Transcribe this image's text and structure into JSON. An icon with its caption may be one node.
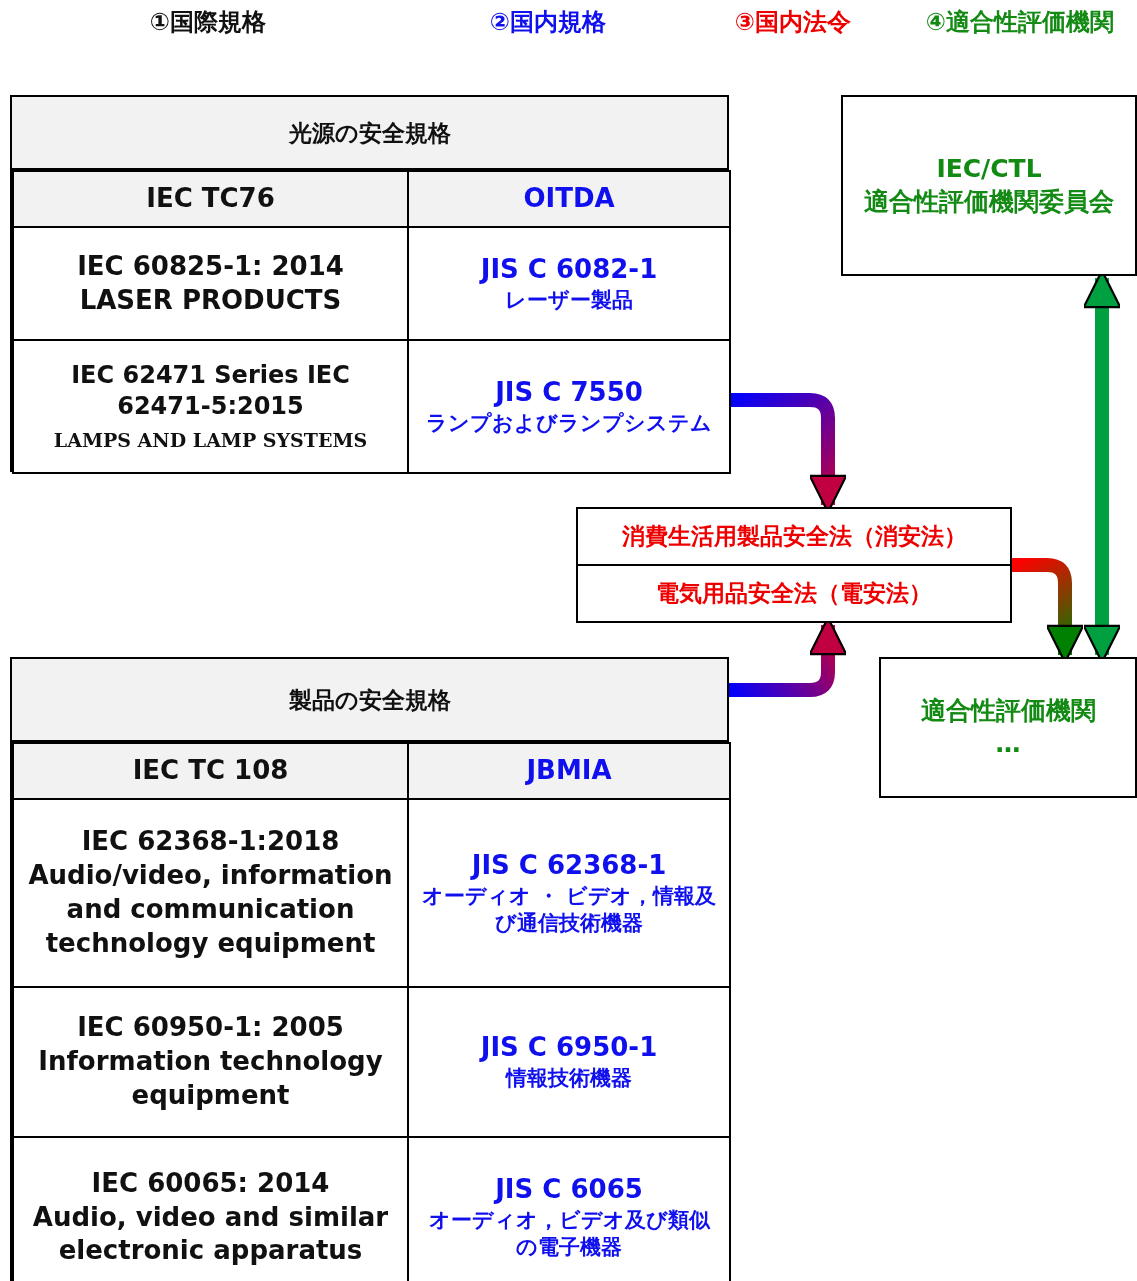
{
  "diagram": {
    "nodes": [
      {
        "text": [
          "光源の安全規格"
        ]
      },
      {
        "text": [
          "IEC TC76"
        ],
        "in": 0
      },
      {
        "text": [
          "OITDA"
        ],
        "in": 0
      },
      {
        "text": [
          "IEC 60825-1: 2014",
          "LASER PRODUCTS"
        ],
        "in": 0
      },
      {
        "text": [
          "JIS C 6082-1",
          "レーザー製品"
        ],
        "in": 0
      },
      {
        "text": [
          "IEC 62471 Series IEC 62471-5:2015",
          "LAMPS AND LAMP SYSTEMS"
        ],
        "in": 0
      },
      {
        "text": [
          "JIS C 7550",
          "ランプおよびランプシステム"
        ],
        "in": 0
      },
      {
        "text": [
          "IEC/CTL",
          "適合性評価機関委員会"
        ]
      },
      {
        "text": [
          "消費生活用製品安全法（消安法）",
          "電気用品安全法（電安法）"
        ]
      },
      {
        "text": [
          "適合性評価機関",
          "…"
        ]
      },
      {
        "text": [
          "製品の安全規格"
        ]
      },
      {
        "text": [
          "IEC TC 108"
        ],
        "in": 10
      },
      {
        "text": [
          "JBMIA"
        ],
        "in": 10
      },
      {
        "text": [
          "IEC 62368-1:2018",
          "Audio/video, information and communication technology equipment"
        ],
        "in": 10
      },
      {
        "text": [
          "JIS C 62368-1",
          "オーディオ ・ ビデオ，情報及び通信技術機器"
        ],
        "in": 10
      },
      {
        "text": [
          "IEC 60950-1: 2005",
          "Information technology equipment"
        ],
        "in": 10
      },
      {
        "text": [
          "JIS C 6950-1",
          "情報技術機器"
        ],
        "in": 10
      },
      {
        "text": [
          "IEC 60065: 2014",
          "Audio, video and similar electronic apparatus"
        ],
        "in": 10
      },
      {
        "text": [
          "JIS C 6065",
          "オーディオ，ビデオ及び類似の電子機器"
        ],
        "in": 10
      }
    ],
    "edges": [
      {
        "from": 0,
        "to": 8,
        "arrow": "to"
      },
      {
        "from": 10,
        "to": 8,
        "arrow": "to"
      },
      {
        "from": 8,
        "to": 9,
        "arrow": "to"
      },
      {
        "from": 7,
        "to": 9,
        "arrow": "both",
        "color": "#00a040"
      }
    ],
    "labels": [
      "①国際規格",
      "②国内規格",
      "③国内法令",
      "④適合性評価機関"
    ]
  }
}
